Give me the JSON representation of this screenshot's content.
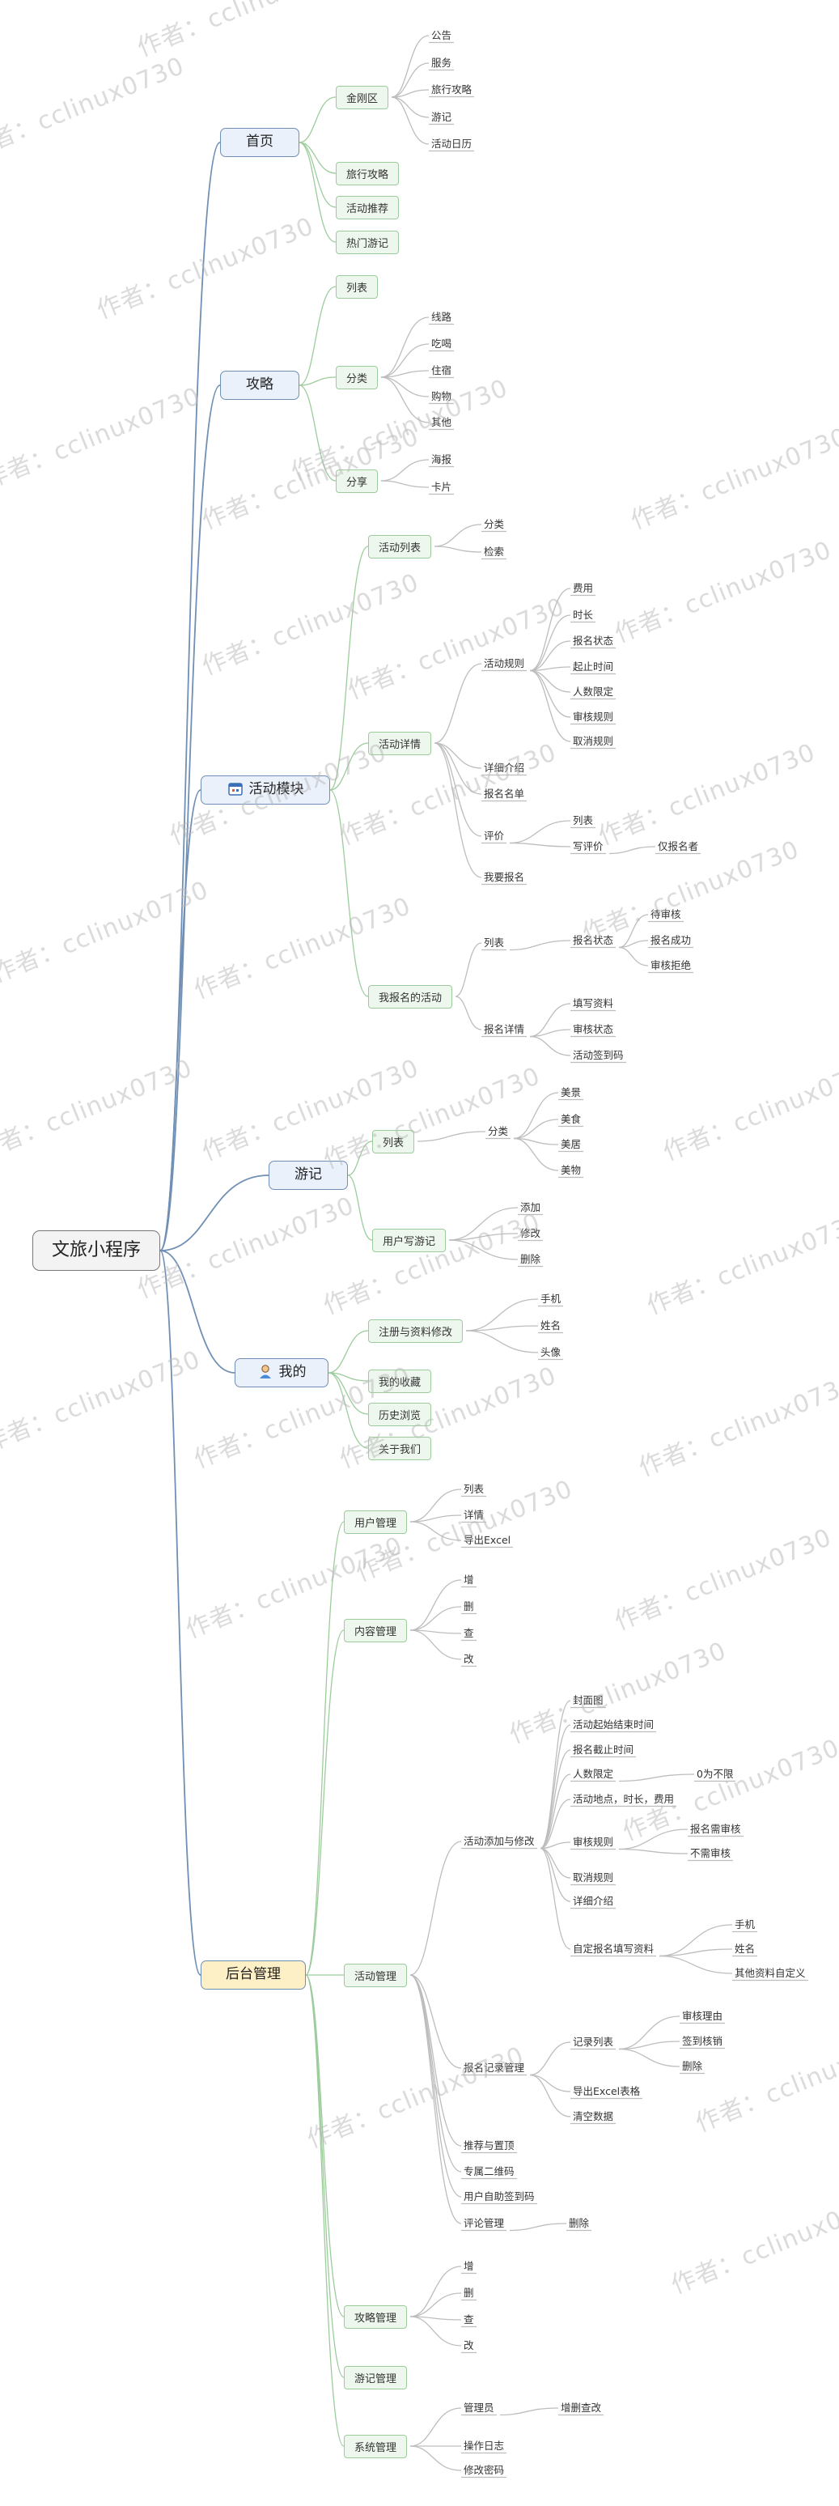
{
  "diagram": {
    "root": "文旅小程序",
    "branches": [
      {
        "label": "首页",
        "color": "#eaf1fb",
        "children": [
          {
            "label": "金刚区",
            "children": [
              "公告",
              "服务",
              "旅行攻略",
              "游记",
              "活动日历"
            ]
          },
          {
            "label": "旅行攻略"
          },
          {
            "label": "活动推荐"
          },
          {
            "label": "热门游记"
          }
        ]
      },
      {
        "label": "攻略",
        "color": "#eaf1fb",
        "children": [
          {
            "label": "列表"
          },
          {
            "label": "分类",
            "children": [
              "线路",
              "吃喝",
              "住宿",
              "购物",
              "其他"
            ]
          },
          {
            "label": "分享",
            "children": [
              "海报",
              "卡片"
            ]
          }
        ]
      },
      {
        "label": "活动模块",
        "icon": "calendar-icon",
        "color": "#eaf1fb",
        "children": [
          {
            "label": "活动列表",
            "children": [
              "分类",
              "检索"
            ]
          },
          {
            "label": "活动详情",
            "children": [
              {
                "label": "活动规则",
                "children": [
                  "费用",
                  "时长",
                  "报名状态",
                  "起止时间",
                  "人数限定",
                  "审核规则",
                  "取消规则"
                ]
              },
              "详细介绍",
              "报名名单",
              {
                "label": "评价",
                "children": [
                  "列表",
                  {
                    "label": "写评价",
                    "children": [
                      "仅报名者"
                    ]
                  }
                ]
              },
              "我要报名"
            ]
          },
          {
            "label": "我报名的活动",
            "children": [
              {
                "label": "列表",
                "children": [
                  {
                    "label": "报名状态",
                    "children": [
                      "待审核",
                      "报名成功",
                      "审核拒绝"
                    ]
                  }
                ]
              },
              {
                "label": "报名详情",
                "children": [
                  "填写资料",
                  "审核状态",
                  "活动签到码"
                ]
              }
            ]
          }
        ]
      },
      {
        "label": "游记",
        "color": "#eaf1fb",
        "children": [
          {
            "label": "列表",
            "children": [
              {
                "label": "分类",
                "children": [
                  "美景",
                  "美食",
                  "美居",
                  "美物"
                ]
              }
            ]
          },
          {
            "label": "用户写游记",
            "children": [
              "添加",
              "修改",
              "删除"
            ]
          }
        ]
      },
      {
        "label": "我的",
        "icon": "user-icon",
        "color": "#eaf1fb",
        "children": [
          {
            "label": "注册与资料修改",
            "children": [
              "手机",
              "姓名",
              "头像"
            ]
          },
          {
            "label": "我的收藏"
          },
          {
            "label": "历史浏览"
          },
          {
            "label": "关于我们"
          }
        ]
      },
      {
        "label": "后台管理",
        "color": "#fdefc6",
        "children": [
          {
            "label": "用户管理",
            "children": [
              "列表",
              "详情",
              "导出Excel"
            ]
          },
          {
            "label": "内容管理",
            "children": [
              "增",
              "删",
              "查",
              "改"
            ]
          },
          {
            "label": "活动管理",
            "children": [
              {
                "label": "活动添加与修改",
                "children": [
                  "封面图",
                  "活动起始结束时间",
                  "报名截止时间",
                  {
                    "label": "人数限定",
                    "children": [
                      "0为不限"
                    ]
                  },
                  "活动地点，时长，费用",
                  {
                    "label": "审核规则",
                    "children": [
                      "报名需审核",
                      "不需审核"
                    ]
                  },
                  "取消规则",
                  "详细介绍",
                  {
                    "label": "自定报名填写资料",
                    "children": [
                      "手机",
                      "姓名",
                      "其他资料自定义"
                    ]
                  }
                ]
              },
              {
                "label": "报名记录管理",
                "children": [
                  {
                    "label": "记录列表",
                    "children": [
                      "审核理由",
                      "签到核销",
                      "删除"
                    ]
                  },
                  "导出Excel表格",
                  "清空数据"
                ]
              },
              "推荐与置顶",
              "专属二维码",
              "用户自助签到码",
              {
                "label": "评论管理",
                "children": [
                  "删除"
                ]
              }
            ]
          },
          {
            "label": "攻略管理",
            "children": [
              "增",
              "删",
              "查",
              "改"
            ]
          },
          {
            "label": "游记管理"
          },
          {
            "label": "系统管理",
            "children": [
              {
                "label": "管理员",
                "children": [
                  "增删查改"
                ]
              },
              "操作日志",
              "修改密码"
            ]
          }
        ]
      }
    ]
  },
  "watermark": "作者：cclinux0730"
}
